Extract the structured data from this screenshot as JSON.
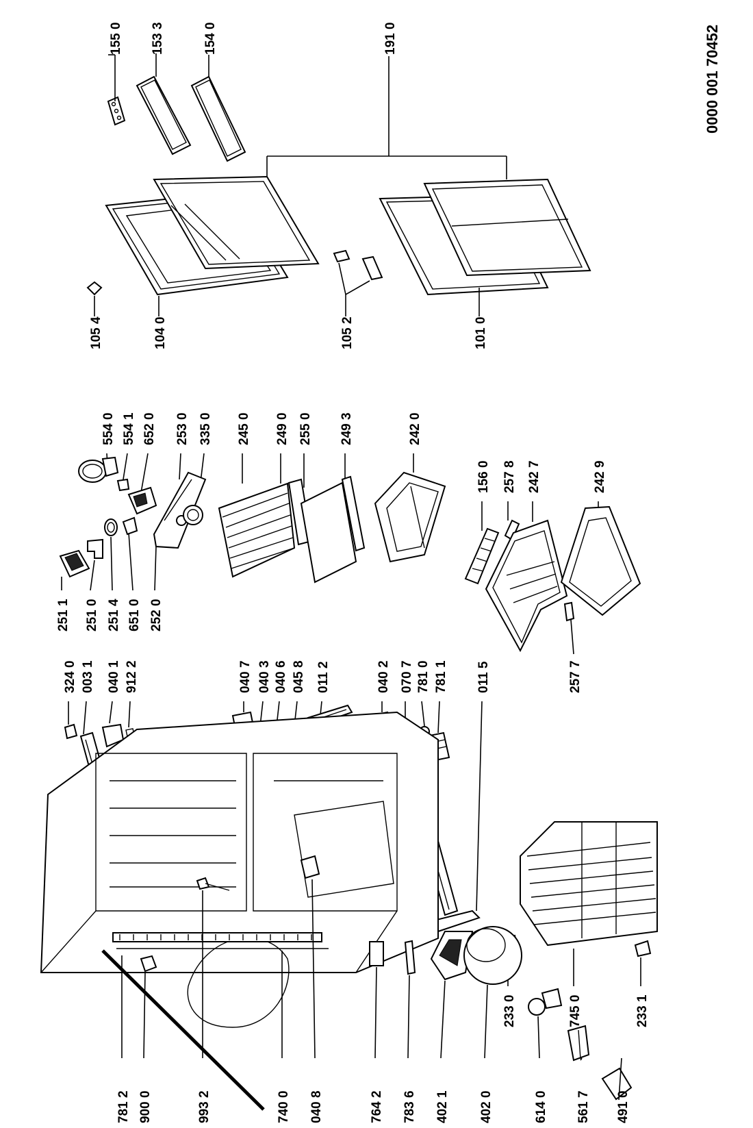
{
  "document_number": "0000 001 70452",
  "labels": {
    "p1550": "155 0",
    "p1533": "153 3",
    "p1540": "154 0",
    "p1910": "191 0",
    "p1054": "105 4",
    "p1040": "104 0",
    "p1052": "105 2",
    "p1010": "101 0",
    "p5540": "554 0",
    "p5541": "554 1",
    "p6520": "652 0",
    "p2530": "253 0",
    "p3350": "335 0",
    "p2450": "245 0",
    "p2490": "249 0",
    "p2550": "255 0",
    "p2493": "249 3",
    "p2420": "242 0",
    "p2511": "251 1",
    "p2510": "251 0",
    "p2514": "251 4",
    "p6510": "651 0",
    "p2520": "252 0",
    "p1560": "156 0",
    "p2578": "257 8",
    "p2427": "242 7",
    "p2429": "242 9",
    "p2577": "257 7",
    "p3240": "324 0",
    "p0031": "003 1",
    "p0401": "040 1",
    "p9122": "912 2",
    "p0407": "040 7",
    "p0403": "040 3",
    "p0406": "040 6",
    "p0458": "045 8",
    "p0112": "011 2",
    "p0402": "040 2",
    "p0707": "070 7",
    "p7810": "781 0",
    "p7811": "781 1",
    "p0115": "011 5",
    "p2330": "233 0",
    "p7450": "745 0",
    "p2331": "233 1",
    "p7812": "781 2",
    "p9000": "900 0",
    "p9932": "993 2",
    "p7400": "740 0",
    "p0408": "040 8",
    "p7642": "764 2",
    "p7836": "783 6",
    "p4021": "402 1",
    "p4020": "402 0",
    "p6140": "614 0",
    "p5617": "561 7",
    "p4910": "491 0"
  }
}
